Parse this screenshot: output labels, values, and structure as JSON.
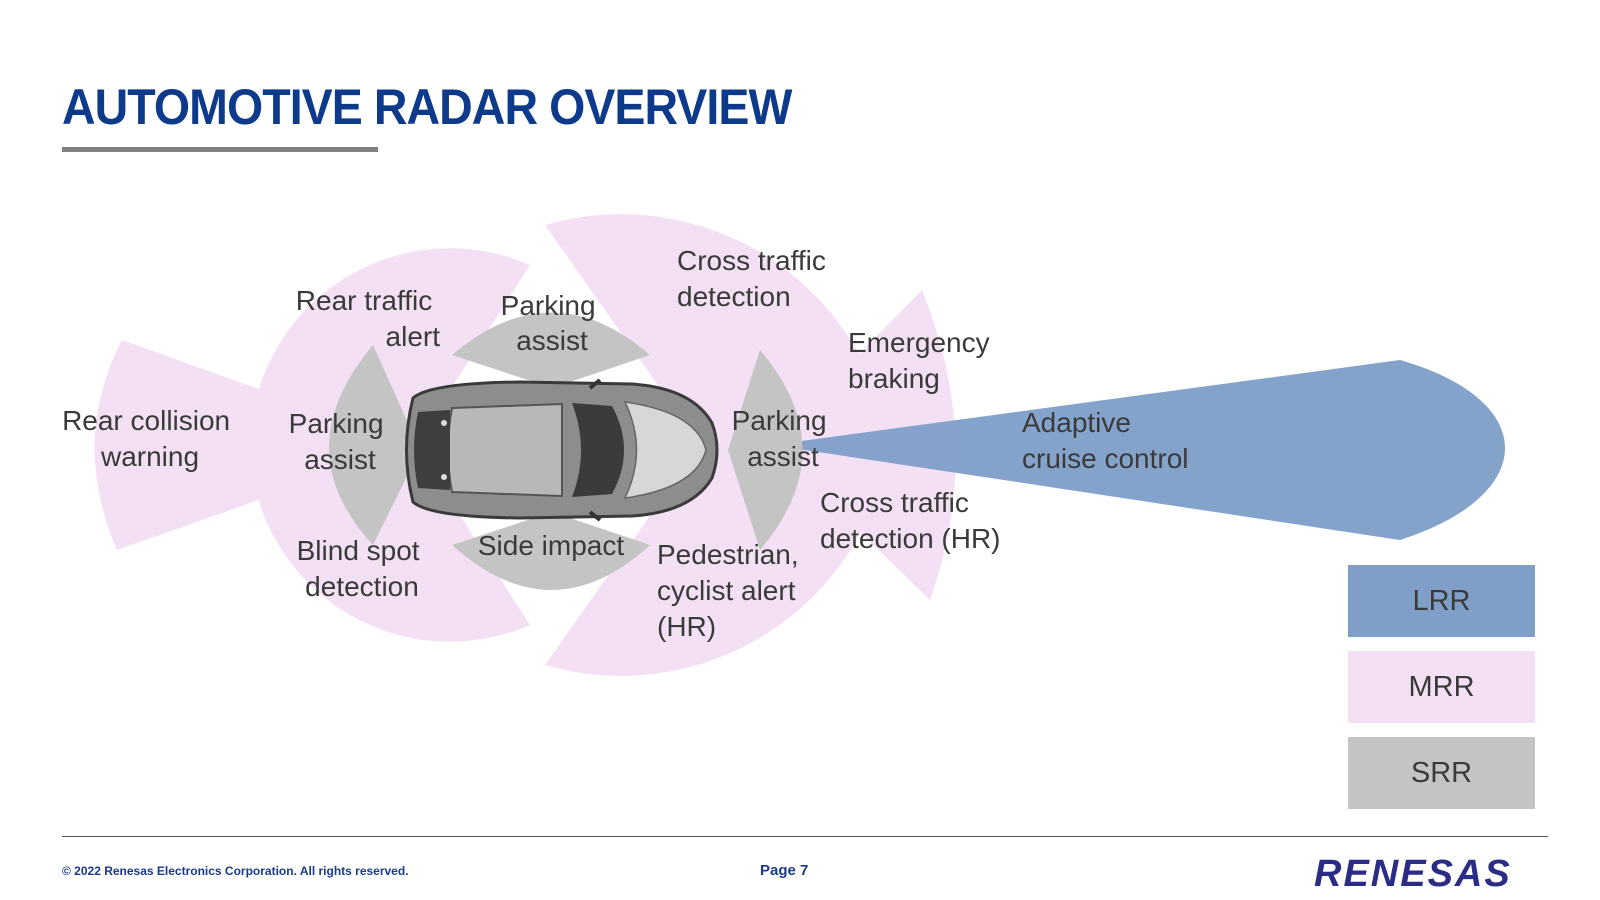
{
  "slide": {
    "title": "AUTOMOTIVE RADAR OVERVIEW",
    "copyright": "© 2022 Renesas Electronics Corporation. All rights reserved.",
    "page": "Page 7",
    "logo_text": "RENESAS"
  },
  "diagram": {
    "labels": {
      "rear_collision": [
        "Rear collision",
        "warning"
      ],
      "rear_traffic": [
        "Rear traffic",
        "alert"
      ],
      "parking_top": [
        "Parking",
        "assist"
      ],
      "cross_traffic": [
        "Cross traffic",
        "detection"
      ],
      "emergency": [
        "Emergency",
        "braking"
      ],
      "parking_rear": [
        "Parking",
        "assist"
      ],
      "parking_front": [
        "Parking",
        "assist"
      ],
      "acc": [
        "Adaptive",
        "cruise control"
      ],
      "cross_traffic_hr": [
        "Cross traffic",
        "detection (HR)"
      ],
      "blind_spot": [
        "Blind spot",
        "detection"
      ],
      "side_impact": [
        "Side impact"
      ],
      "pedestrian": [
        "Pedestrian,",
        "cyclist alert",
        "(HR)"
      ]
    }
  },
  "legend": {
    "items": [
      {
        "label": "LRR",
        "color": "#7f9fc9"
      },
      {
        "label": "MRR",
        "color": "#f3e0f4"
      },
      {
        "label": "SRR",
        "color": "#c4c4c4"
      }
    ]
  },
  "colors": {
    "title": "#0e3a8c",
    "lrr": "#7f9fc9",
    "mrr": "#f3e0f4",
    "srr": "#c4c4c4"
  }
}
